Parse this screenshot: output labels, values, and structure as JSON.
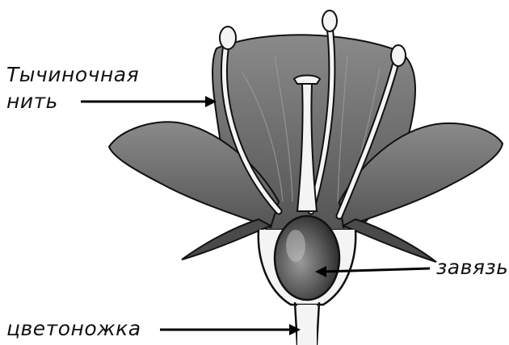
{
  "labels": {
    "filament_line1": "Тычиночная",
    "filament_line2": "нить",
    "ovary": "завязь",
    "pedicel": "цветоножка"
  },
  "colors": {
    "petal_fill": "#6e6e6e",
    "petal_dark": "#4a4a4a",
    "stamen_fill": "#f2f2f2",
    "ovary_fill": "#5e5e5e",
    "outline": "#111111"
  }
}
